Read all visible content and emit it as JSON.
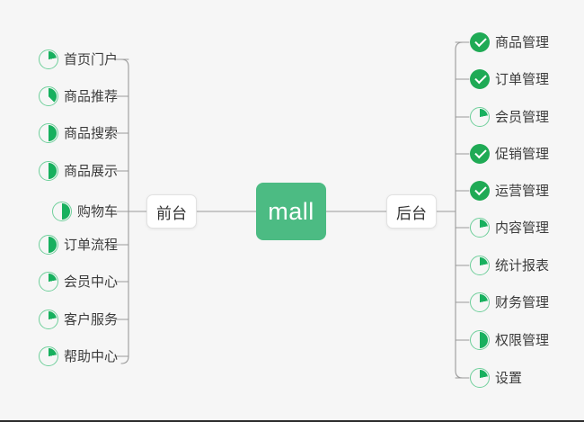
{
  "diagram": {
    "type": "mindmap",
    "background_color": "#f6f6f6",
    "root": {
      "label": "mall",
      "color": "#4cbb83",
      "text_color": "#ffffff"
    },
    "branches": [
      {
        "name": "frontend",
        "label": "前台",
        "side": "left",
        "children": [
          {
            "label": "首页门户",
            "icon": "progress-pie-icon",
            "progress": 22,
            "status": "in-progress"
          },
          {
            "label": "商品推荐",
            "icon": "progress-pie-icon",
            "progress": 38,
            "status": "in-progress"
          },
          {
            "label": "商品搜索",
            "icon": "progress-pie-icon",
            "progress": 50,
            "status": "in-progress"
          },
          {
            "label": "商品展示",
            "icon": "progress-pie-icon",
            "progress": 50,
            "status": "in-progress"
          },
          {
            "label": "购物车",
            "icon": "progress-pie-icon",
            "progress": 50,
            "status": "in-progress"
          },
          {
            "label": "订单流程",
            "icon": "progress-pie-icon",
            "progress": 50,
            "status": "in-progress"
          },
          {
            "label": "会员中心",
            "icon": "progress-pie-icon",
            "progress": 22,
            "status": "in-progress"
          },
          {
            "label": "客户服务",
            "icon": "progress-pie-icon",
            "progress": 22,
            "status": "in-progress"
          },
          {
            "label": "帮助中心",
            "icon": "progress-pie-icon",
            "progress": 22,
            "status": "in-progress"
          }
        ]
      },
      {
        "name": "backend",
        "label": "后台",
        "side": "right",
        "children": [
          {
            "label": "商品管理",
            "icon": "check-circle-icon",
            "progress": 100,
            "status": "done"
          },
          {
            "label": "订单管理",
            "icon": "check-circle-icon",
            "progress": 100,
            "status": "done"
          },
          {
            "label": "会员管理",
            "icon": "progress-pie-icon",
            "progress": 22,
            "status": "in-progress"
          },
          {
            "label": "促销管理",
            "icon": "check-circle-icon",
            "progress": 100,
            "status": "done"
          },
          {
            "label": "运营管理",
            "icon": "check-circle-icon",
            "progress": 100,
            "status": "done"
          },
          {
            "label": "内容管理",
            "icon": "progress-pie-icon",
            "progress": 22,
            "status": "in-progress"
          },
          {
            "label": "统计报表",
            "icon": "progress-pie-icon",
            "progress": 22,
            "status": "in-progress"
          },
          {
            "label": "财务管理",
            "icon": "progress-pie-icon",
            "progress": 22,
            "status": "in-progress"
          },
          {
            "label": "权限管理",
            "icon": "progress-pie-icon",
            "progress": 50,
            "status": "in-progress"
          },
          {
            "label": "设置",
            "icon": "progress-pie-icon",
            "progress": 22,
            "status": "in-progress"
          }
        ]
      }
    ],
    "colors": {
      "accent_green": "#4cbb83",
      "icon_done_green": "#1faa55",
      "icon_ring_green": "#6fcf9b",
      "icon_fill_green": "#17b05e",
      "connector_gray": "#9a9a9a",
      "text": "#3c3c3c",
      "node_border": "#e2e2e2"
    }
  }
}
